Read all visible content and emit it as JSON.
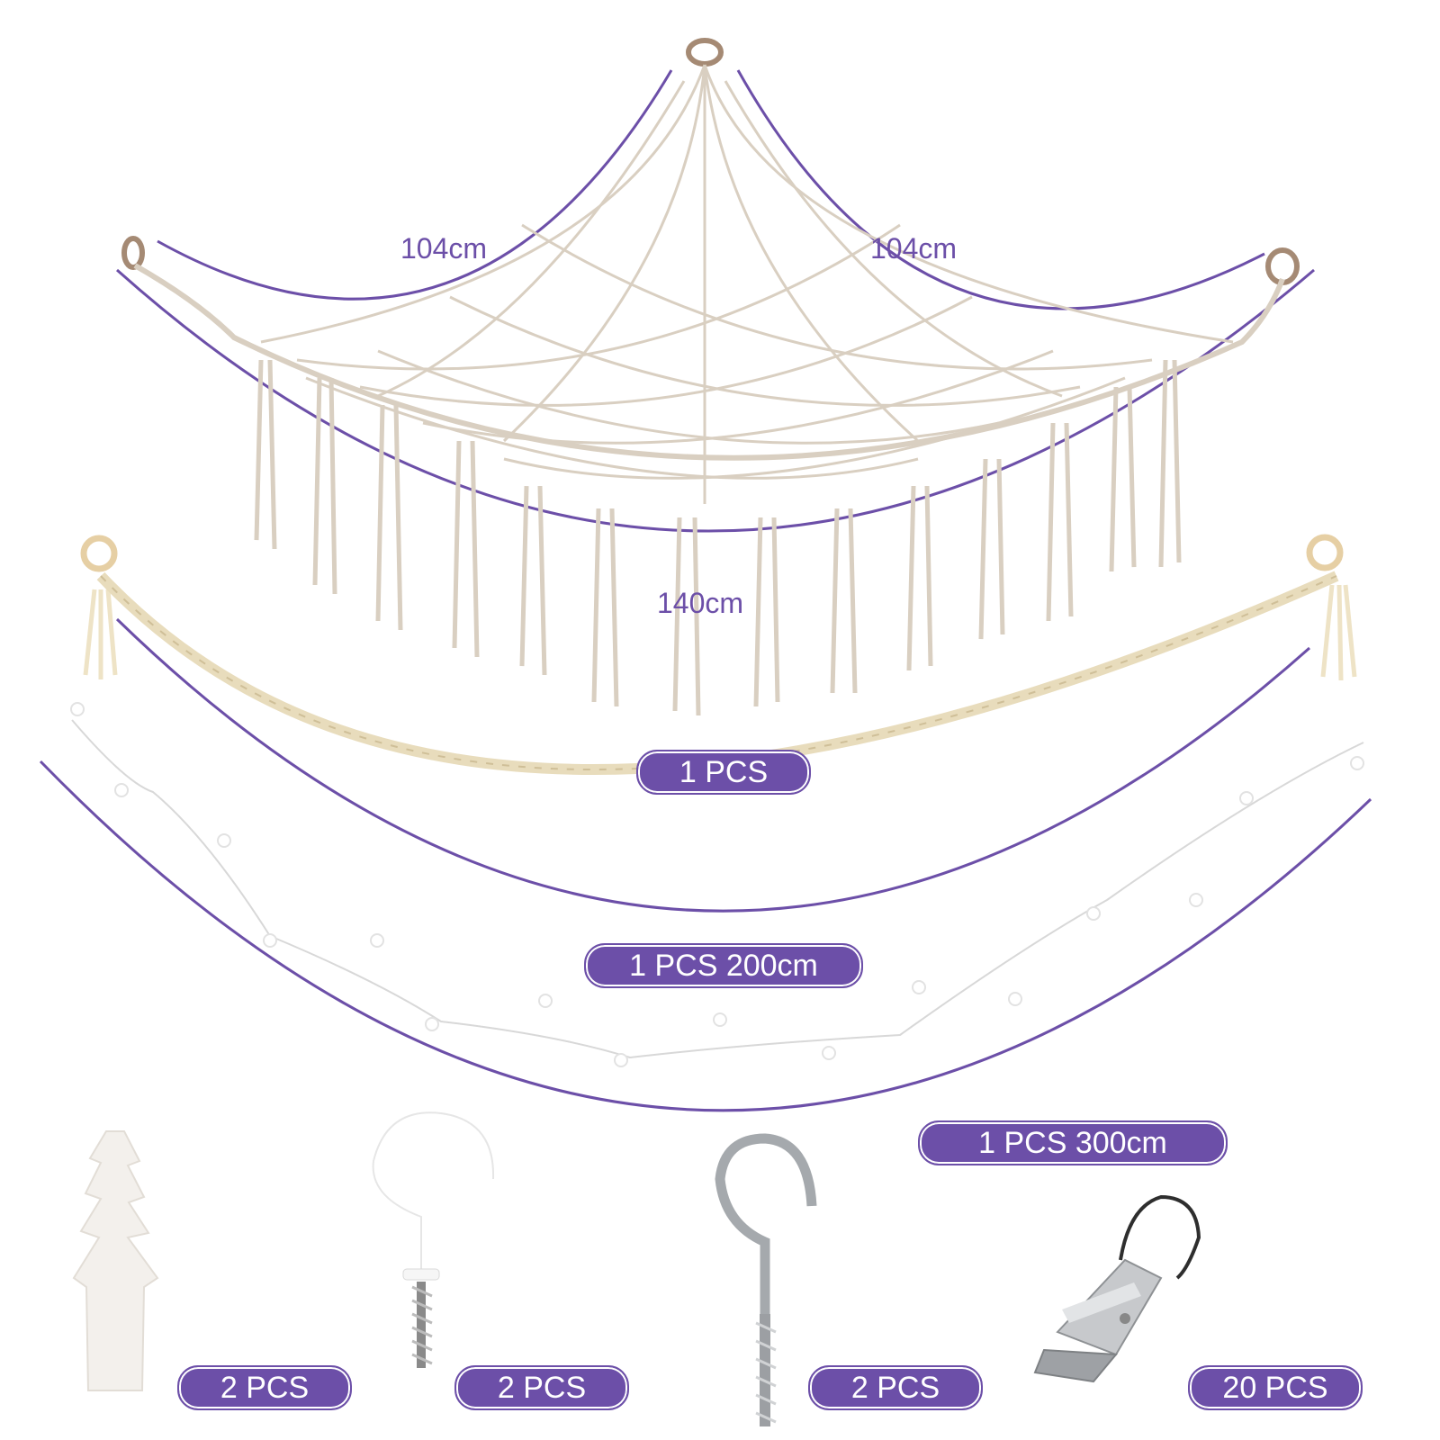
{
  "colors": {
    "accent": "#6c4fa8",
    "rope": "#d9cfc1",
    "background": "#ffffff"
  },
  "measurements": {
    "left_side": "104cm",
    "right_side": "104cm",
    "width": "140cm"
  },
  "badges": {
    "net": "1 PCS",
    "rope": "1 PCS 200cm",
    "lights": "1 PCS 300cm",
    "anchors": "2 PCS",
    "white_hooks": "2 PCS",
    "screw_hooks": "2 PCS",
    "clips": "20 PCS"
  },
  "items": [
    "macrame-net",
    "braided-rope",
    "string-lights",
    "wall-anchor",
    "white-cup-hook",
    "steel-screw-hook",
    "hanging-clip"
  ]
}
